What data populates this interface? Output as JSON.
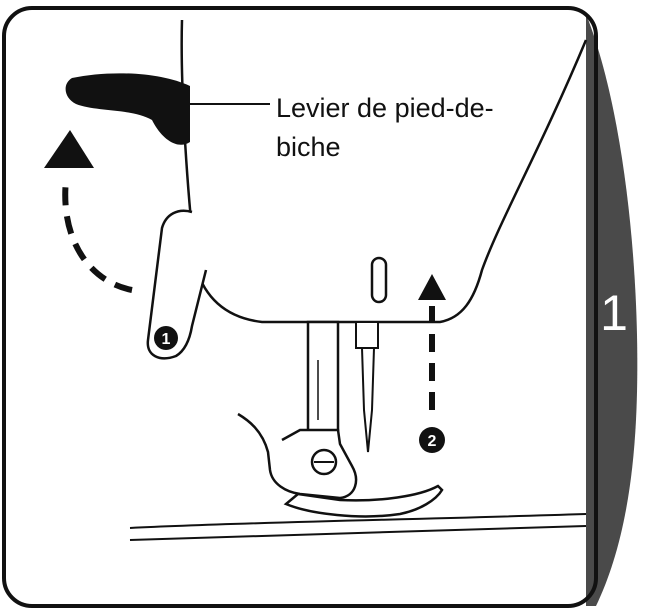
{
  "callout": {
    "line1": "Levier de pied-de-",
    "line2": "biche"
  },
  "markers": {
    "step1": "1",
    "step2": "2"
  },
  "tab": {
    "number": "1"
  },
  "colors": {
    "ink": "#111111",
    "tab": "#4a4a4a",
    "paper": "#ffffff"
  }
}
